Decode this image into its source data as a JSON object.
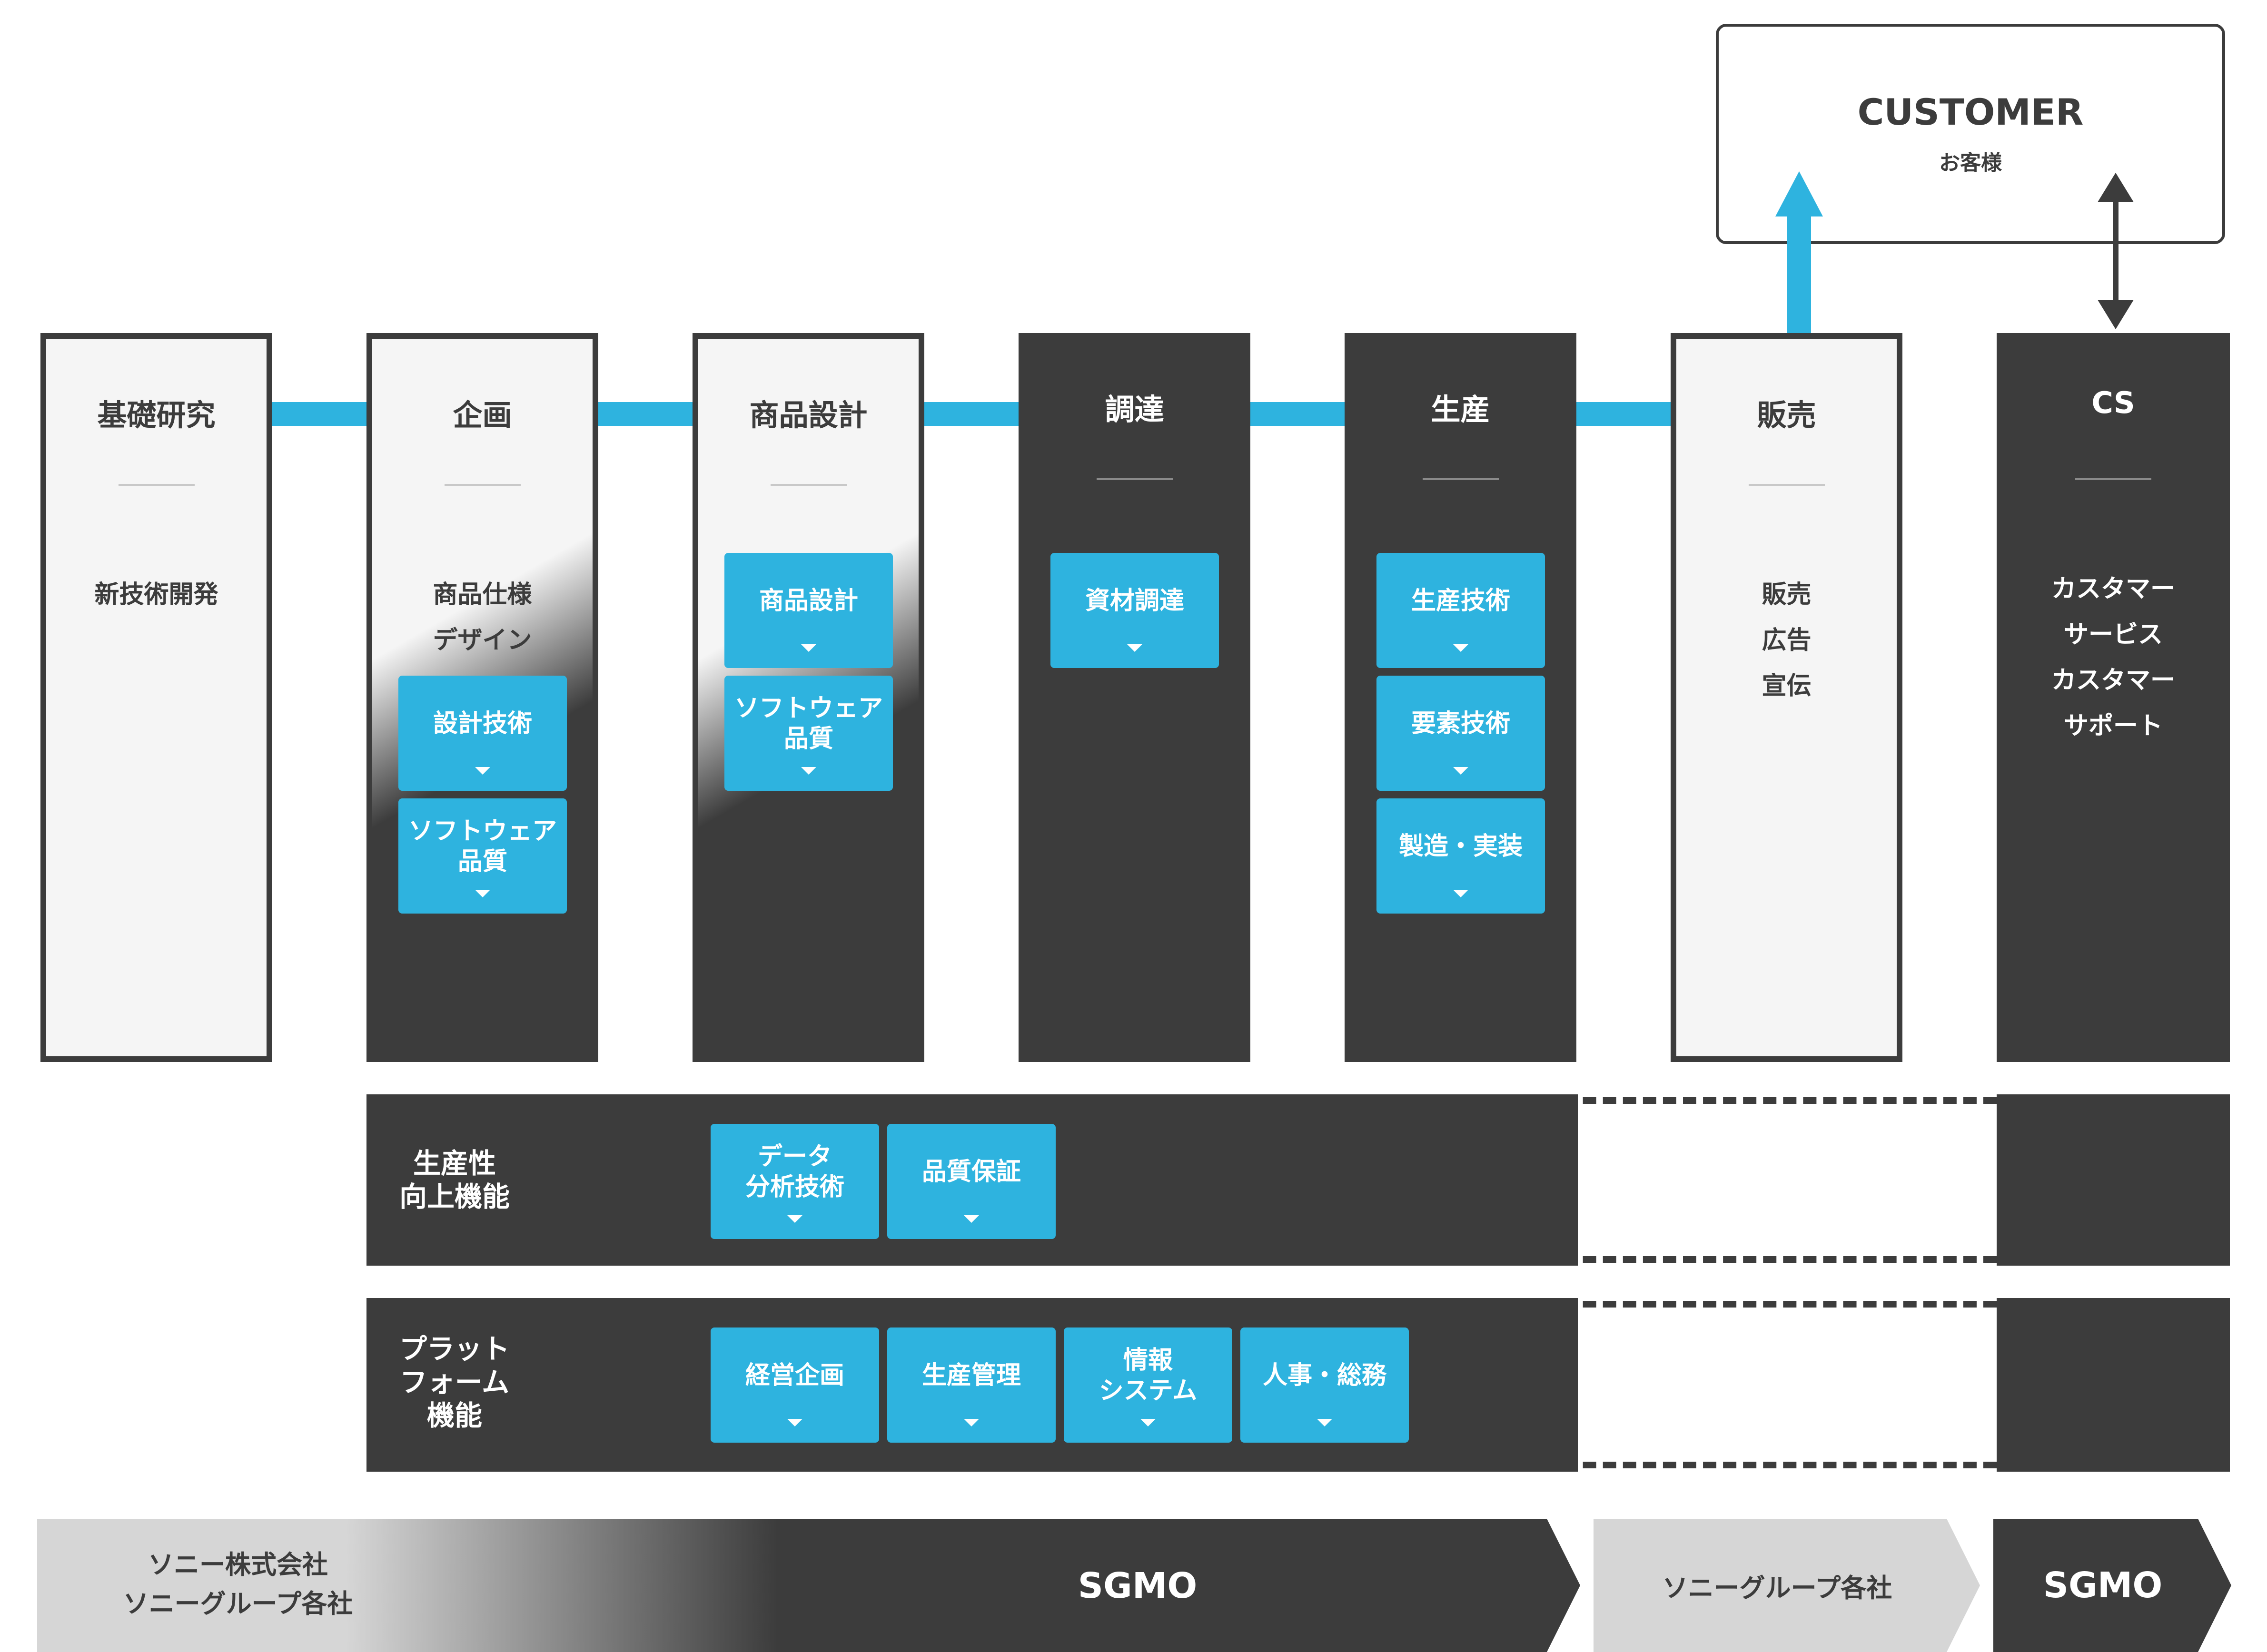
{
  "customer": {
    "title": "CUSTOMER",
    "subtitle": "お客様"
  },
  "stages": [
    {
      "title": "基礎研究",
      "description": "新技術開発"
    },
    {
      "title": "企画",
      "description": "商品仕様\nデザイン"
    },
    {
      "title": "商品設計",
      "description": ""
    },
    {
      "title": "調達",
      "description": ""
    },
    {
      "title": "生産",
      "description": ""
    },
    {
      "title": "販売",
      "description": "販売\n広告\n宣伝"
    },
    {
      "title": "CS",
      "description": "カスタマー\nサービス\nカスタマー\nサポート"
    }
  ],
  "functions": {
    "kikaku_1": "設計技術",
    "kikaku_2": "ソフトウェア\n品質",
    "sekkei_1": "商品設計",
    "sekkei_2": "ソフトウェア\n品質",
    "chotatsu_1": "資材調達",
    "seisan_1": "生産技術",
    "seisan_2": "要素技術",
    "seisan_3": "製造・実装"
  },
  "productivity_band": {
    "label": "生産性\n向上機能",
    "chips": [
      "データ\n分析技術",
      "品質保証"
    ]
  },
  "platform_band": {
    "label": "プラット\nフォーム\n機能",
    "chips": [
      "経営企画",
      "生産管理",
      "情報\nシステム",
      "人事・総務"
    ]
  },
  "bottom_bar": {
    "main_left": "ソニー株式会社\nソニーグループ各社",
    "main_right": "SGMO",
    "middle": "ソニーグループ各社",
    "right": "SGMO"
  },
  "colors": {
    "accent": "#2eb3df",
    "dark": "#3c3c3c",
    "light": "#f5f5f5",
    "grey": "#d6d6d6"
  }
}
